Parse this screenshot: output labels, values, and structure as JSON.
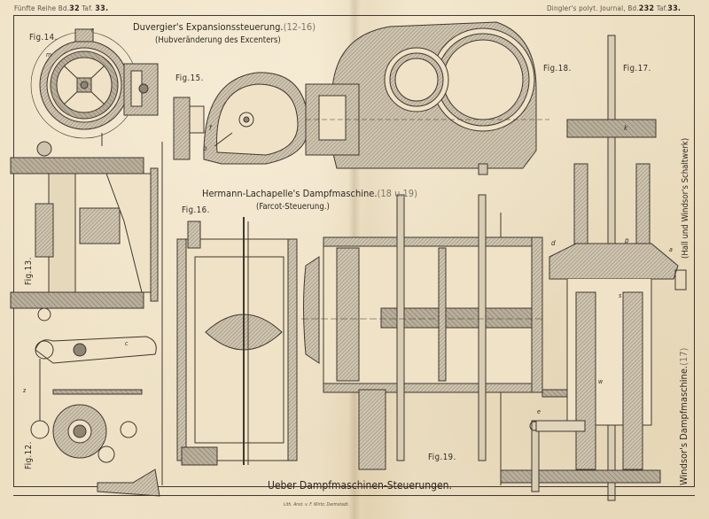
{
  "header": {
    "left": {
      "prefix": "Fünfte Reihe Bd.",
      "volume": "32",
      "plate_prefix": " Taf.",
      "plate": "33."
    },
    "right": {
      "prefix": "Dingler's polyt. Journal, Bd.",
      "volume": "232",
      "plate_prefix": " Taf.",
      "plate": "33."
    }
  },
  "titles": {
    "duvergier": {
      "main": "Duvergier's Expansionssteuerung.",
      "ref": "(12-16)",
      "sub": "(Hubveränderung des Excenters)"
    },
    "hermann": {
      "main": "Hermann-Lachapelle's Dampfmaschine.",
      "ref": "(18 u.19)",
      "sub": "(Farcot-Steuerung.)"
    },
    "windsor": {
      "main": "Windsor's Dampfmaschine.",
      "ref": "(17)"
    },
    "hall": {
      "main": "(Hall und Windsor's Schaltwerk)"
    },
    "plate": "Ueber Dampfmaschinen-Steuerungen."
  },
  "figures": {
    "fig12": "Fig.12.",
    "fig13": "Fig.13.",
    "fig14": "Fig.14.",
    "fig15": "Fig.15.",
    "fig16": "Fig.16.",
    "fig17": "Fig.17.",
    "fig18": "Fig.18.",
    "fig19": "Fig.19."
  },
  "part_letters": {
    "m": "m",
    "r": "r",
    "b": "b",
    "f": "f",
    "c": "c",
    "z": "z",
    "d": "d",
    "k": "k",
    "p": "p",
    "a": "a",
    "w": "w",
    "e": "e",
    "s": "s"
  },
  "footer": {
    "imprint": "Lith. Anst. v. F. Wirtz, Darmstadt."
  },
  "colors": {
    "paper": "#efe2c6",
    "ink": "#3a342c",
    "hatch": "#a49a8a",
    "reference_grey": "#7d766a"
  }
}
